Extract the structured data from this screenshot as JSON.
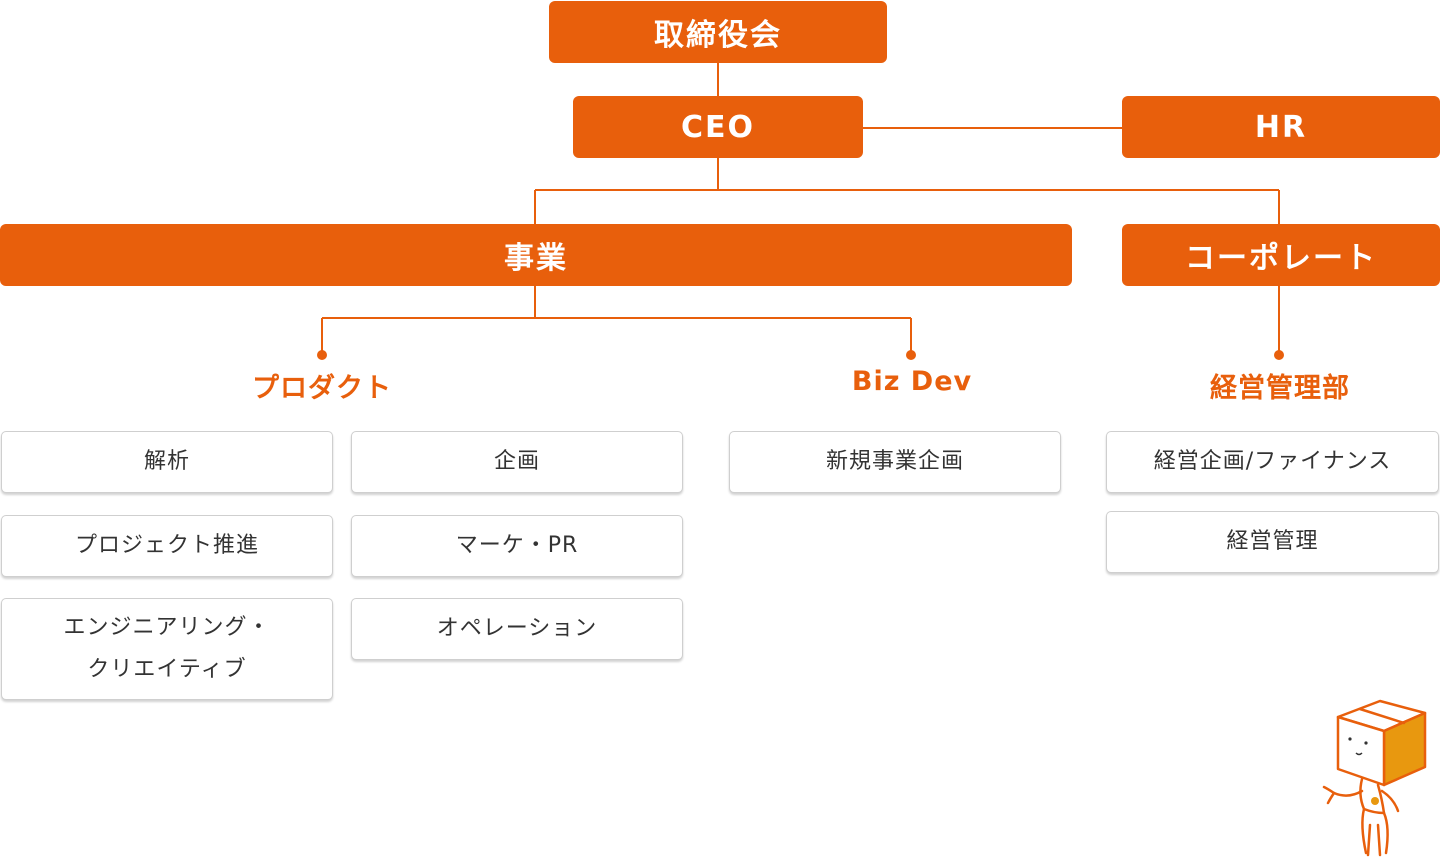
{
  "diagram": {
    "board": "取締役会",
    "ceo": "CEO",
    "hr": "HR",
    "business": "事業",
    "corporate": "コーポレート",
    "sections": {
      "product": "プロダクト",
      "bizdev": "Biz Dev",
      "management": "経営管理部"
    },
    "product_items": {
      "analysis": "解析",
      "planning": "企画",
      "project": "プロジェクト推進",
      "marketing": "マーケ・PR",
      "engineering_line1": "エンジニアリング・",
      "engineering_line2": "クリエイティブ",
      "operation": "オペレーション"
    },
    "bizdev_items": {
      "new_business": "新規事業企画"
    },
    "management_items": {
      "finance": "経営企画/ファイナンス",
      "admin": "経営管理"
    }
  },
  "colors": {
    "accent": "#e85f0c",
    "box_border": "#cfcfcf",
    "text": "#333333"
  },
  "icons": {
    "mascot": "box-head-mascot-icon"
  }
}
